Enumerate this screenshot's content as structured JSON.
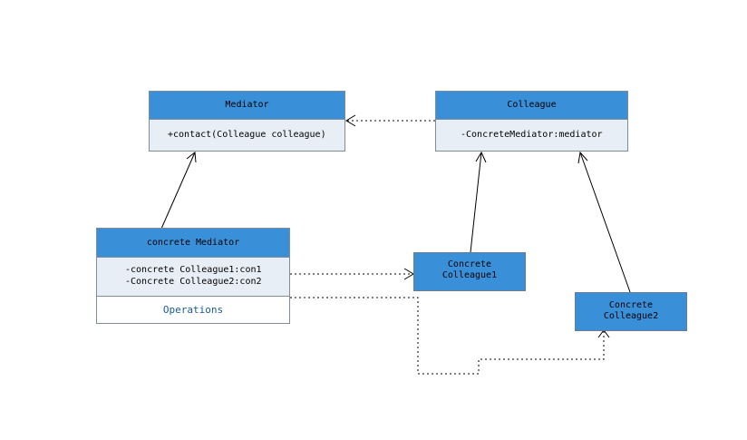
{
  "classes": {
    "mediator": {
      "name": "Mediator",
      "members": [
        "+contact(Colleague colleague)"
      ]
    },
    "colleague": {
      "name": "Colleague",
      "members": [
        "-ConcreteMediator:mediator"
      ]
    },
    "concrete_mediator": {
      "name": "concrete Mediator",
      "members": [
        "-concrete Colleague1:con1",
        "-Concrete Colleague2:con2"
      ],
      "operations": "Operations"
    },
    "concrete_colleague1": {
      "line1": "Concrete",
      "line2": "Colleague1"
    },
    "concrete_colleague2": {
      "line1": "Concrete",
      "line2": "Colleague2"
    }
  },
  "colors": {
    "header_blue": "#3a8fd9",
    "body_light": "#e8eef6",
    "border": "#7f8c9a",
    "operations_text": "#1a5a9a"
  }
}
